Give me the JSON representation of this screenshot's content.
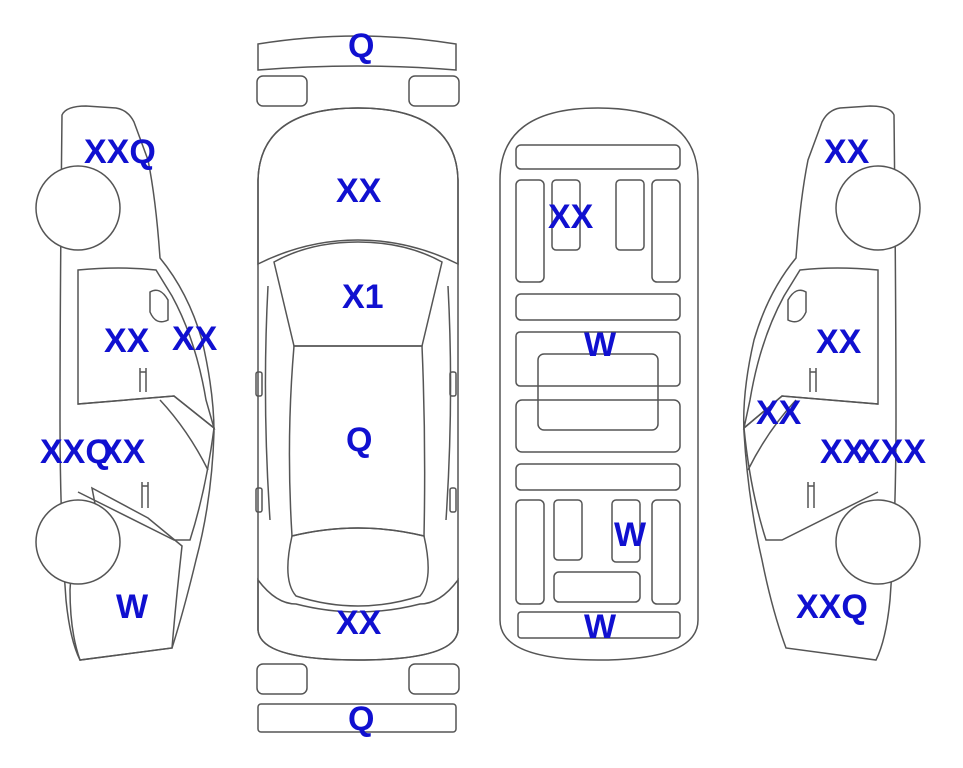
{
  "colors": {
    "damage": "#f9a82b",
    "panel": "#ddf6fd",
    "outline": "#555555",
    "label": "#1010d0",
    "background": "#ffffff"
  },
  "labels": {
    "front_bumper": "Q",
    "rear_bumper": "Q",
    "hood": "XX",
    "windshield": "X1",
    "roof": "Q",
    "trunk": "XX",
    "left_front_fender": "XXQ",
    "left_front_door": "XX",
    "left_a_pillar": "XX",
    "left_rocker": "XXQ",
    "left_rear_door": "XX",
    "left_quarter": "W",
    "floor_front": "XX",
    "floor_center": "W",
    "floor_rear_panel": "W",
    "floor_rear": "W",
    "right_front_fender": "XX",
    "right_front_door": "XX",
    "right_a_pillar": "XX",
    "right_rear_door": "XX",
    "right_rocker": "XXX",
    "right_quarter": "XXQ"
  }
}
